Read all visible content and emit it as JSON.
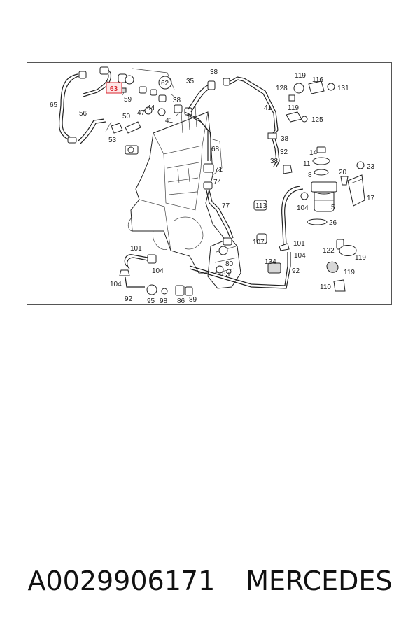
{
  "caption": {
    "part_number": "A0029906171",
    "brand": "MERCEDES"
  },
  "diagram": {
    "highlight_color": "#d9252e",
    "highlighted_label": "63",
    "labels": [
      "65",
      "56",
      "63",
      "59",
      "62",
      "35",
      "38",
      "41",
      "119",
      "116",
      "128",
      "131",
      "50",
      "47",
      "44",
      "41",
      "38",
      "119",
      "125",
      "53",
      "38",
      "68",
      "32",
      "14",
      "11",
      "38",
      "20",
      "23",
      "8",
      "71",
      "74",
      "77",
      "17",
      "113",
      "104",
      "5",
      "26",
      "107",
      "101",
      "122",
      "119",
      "104",
      "134",
      "92",
      "119",
      "101",
      "104",
      "104",
      "80",
      "83",
      "92",
      "95",
      "98",
      "86",
      "89",
      "110"
    ]
  }
}
